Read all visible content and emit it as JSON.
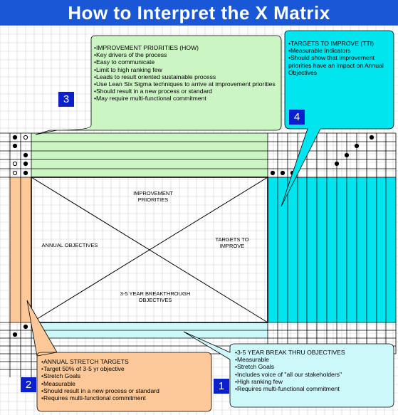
{
  "title": "How to Interpret the X Matrix",
  "colors": {
    "title_bg": "#1a57d6",
    "green": "#ccf5c4",
    "cyan": "#00e5ee",
    "orange": "#fcc898",
    "light_cyan": "#ccf8fa",
    "number_box": "#0b1fcc"
  },
  "matrix_labels": {
    "top": "IMPROVEMENT\nPRIORITIES",
    "left": "ANNUAL OBJECTIVES",
    "right": "TARGETS TO\nIMPROVE",
    "bottom": "3-5 YEAR BREAKTHROUGH\nOBJECTIVES"
  },
  "callouts": [
    {
      "number": "3",
      "text": "•IMPROVEMENT PRIORITIES (HOW)\n•Key drivers of the process\n•Easy to communicate\n•Limit to high ranking few\n•Leads to result oriented sustainable process\n•Use Lean Six Sigma techniques to arrive at improvement priorities\n•Should result in a new process or standard\n•May require multi-functional commitment"
    },
    {
      "number": "4",
      "text": "•TARGETS TO IMPROVE (TTI)\n•Measurable Indicators\n•Should show that improvement priorities have an impact on Annual Objectives"
    },
    {
      "number": "2",
      "text": "•ANNUAL STRETCH TARGETS\n•Target 50% of 3-5 yr objective\n•Stretch Goals\n•Measurable\n•Should result in a new process or standard\n•Requires multi-functional commitment"
    },
    {
      "number": "1",
      "text": "•3-5 YEAR BREAK THRU OBJECTIVES\n•Measurable\n•Stretch Goals\n•Includes voice of \"all our stakeholders\"\n•High ranking few\n•Requires multi-functional commitment"
    }
  ]
}
